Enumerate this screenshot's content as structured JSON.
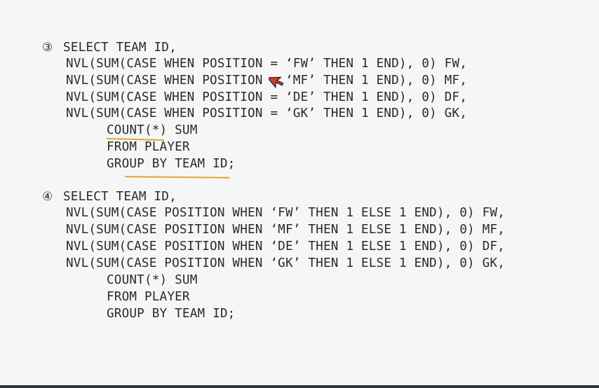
{
  "query3": {
    "marker": "③",
    "line1": "SELECT TEAM ID,",
    "line2": "NVL(SUM(CASE WHEN POSITION = ‘FW’ THEN 1 END), 0) FW,",
    "line3": "NVL(SUM(CASE WHEN POSITION = ‘MF’ THEN 1 END), 0) MF,",
    "line4": "NVL(SUM(CASE WHEN POSITION = ‘DE’ THEN 1 END), 0) DF,",
    "line5": "NVL(SUM(CASE WHEN POSITION = ‘GK’ THEN 1 END), 0) GK,",
    "line6": "COUNT(*) SUM",
    "line7": "FROM PLAYER",
    "line8": "GROUP BY TEAM ID;"
  },
  "query4": {
    "marker": "④",
    "line1": "SELECT TEAM ID,",
    "line2": "NVL(SUM(CASE POSITION WHEN ‘FW’ THEN 1 ELSE 1 END), 0) FW,",
    "line3": "NVL(SUM(CASE POSITION WHEN ‘MF’ THEN 1 ELSE 1 END), 0) MF,",
    "line4": "NVL(SUM(CASE POSITION WHEN ‘DE’ THEN 1 ELSE 1 END), 0) DF,",
    "line5": "NVL(SUM(CASE POSITION WHEN ‘GK’ THEN 1 ELSE 1 END), 0) GK,",
    "line6": "COUNT(*) SUM",
    "line7": "FROM PLAYER",
    "line8": "GROUP BY TEAM ID;"
  },
  "colors": {
    "highlight_underline": "#e2a437",
    "text": "#2a2a2a",
    "background": "#f6f6f6"
  },
  "icons": {
    "cursor": "mouse-pointer-icon"
  }
}
